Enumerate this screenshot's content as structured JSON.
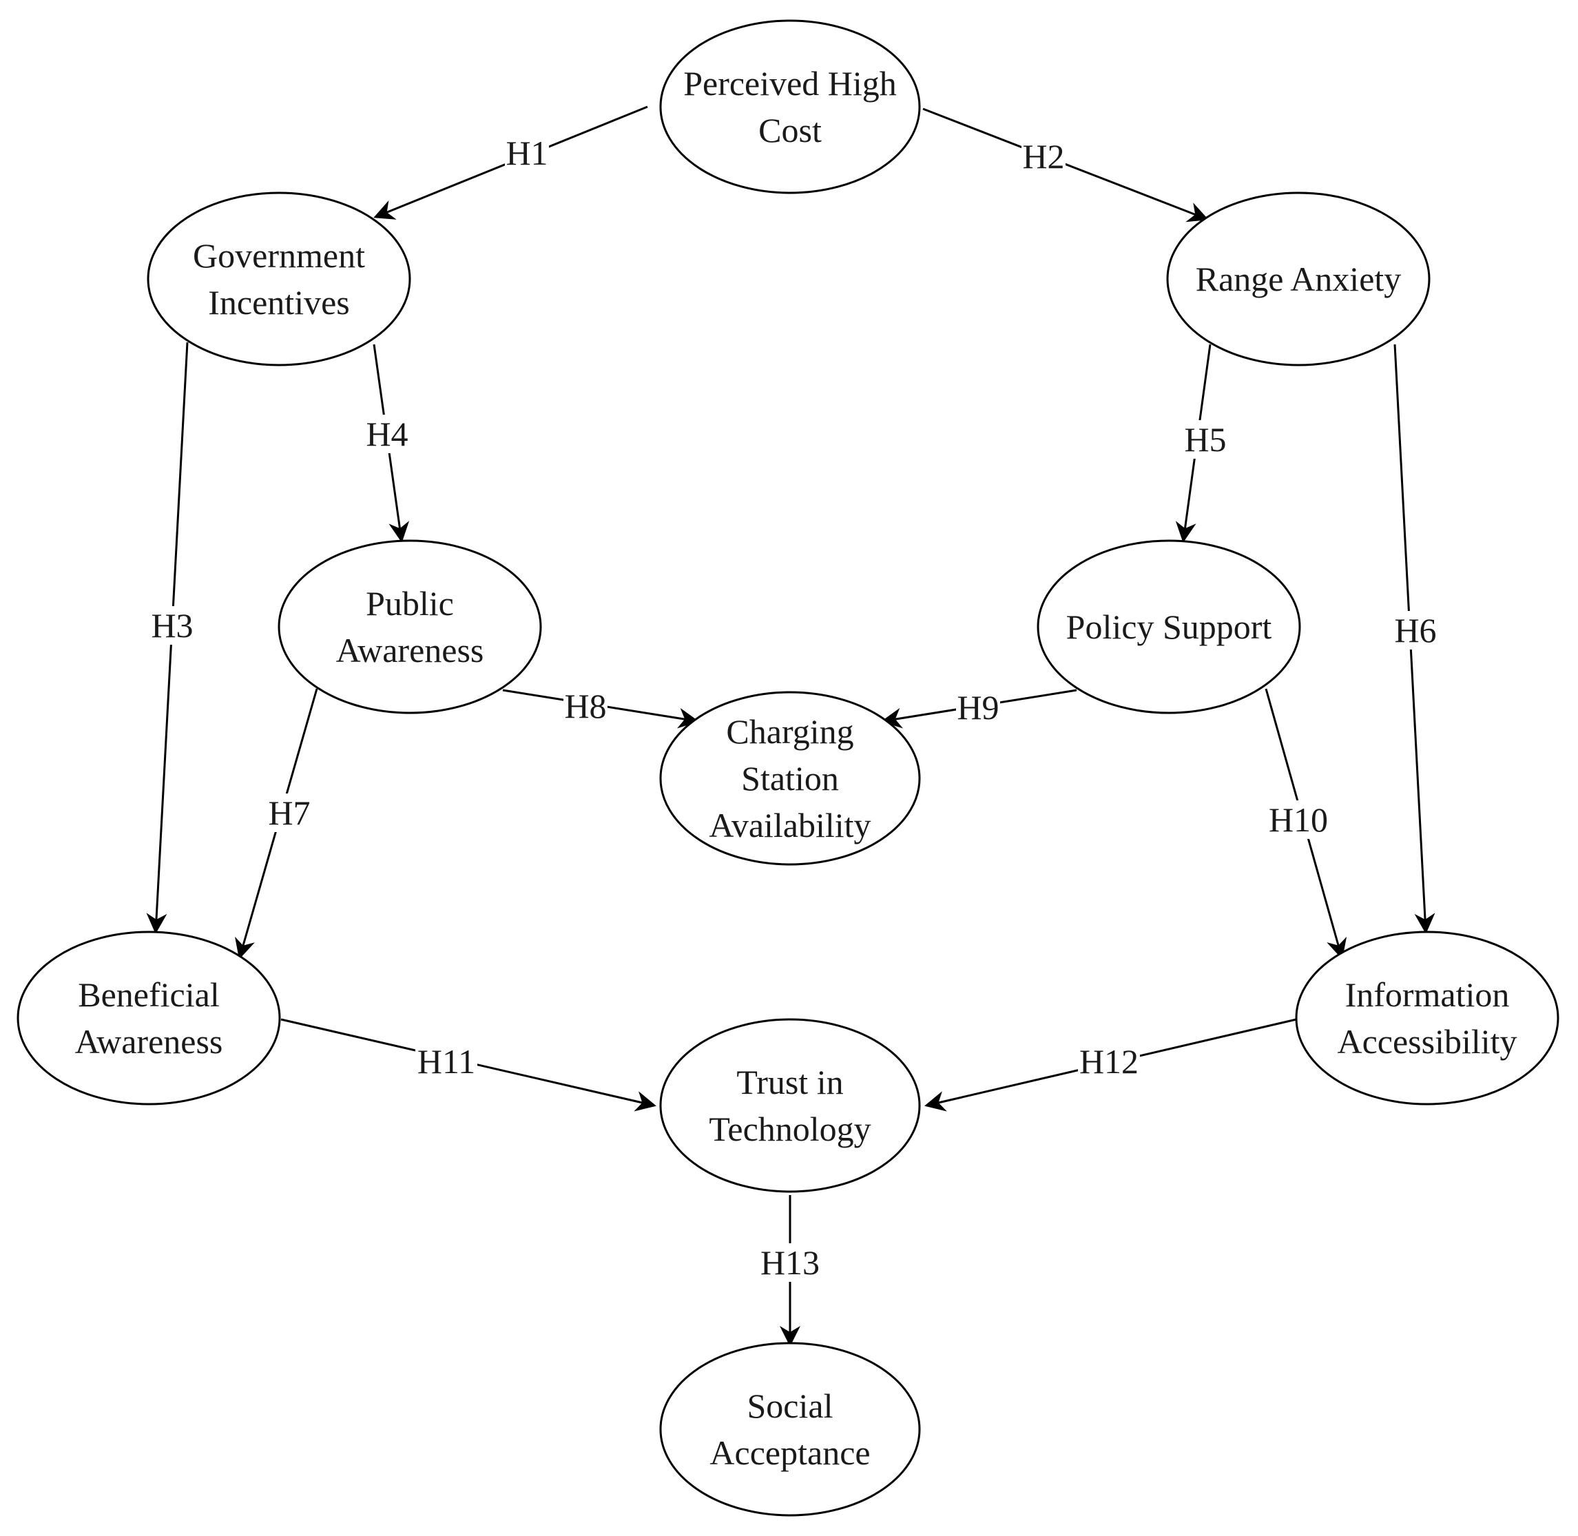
{
  "colors": {
    "stroke": "#000000",
    "text": "#1a1a1a",
    "background": "#ffffff"
  },
  "nodes": {
    "perceived_high_cost": {
      "lines": [
        "Perceived High",
        "Cost"
      ]
    },
    "government_incentives": {
      "lines": [
        "Government",
        "Incentives"
      ]
    },
    "range_anxiety": {
      "lines": [
        "Range Anxiety"
      ]
    },
    "public_awareness": {
      "lines": [
        "Public",
        "Awareness"
      ]
    },
    "policy_support": {
      "lines": [
        "Policy Support"
      ]
    },
    "charging_station_availability": {
      "lines": [
        "Charging",
        "Station",
        "Availability"
      ]
    },
    "beneficial_awareness": {
      "lines": [
        "Beneficial",
        "Awareness"
      ]
    },
    "information_accessibility": {
      "lines": [
        "Information",
        "Accessibility"
      ]
    },
    "trust_in_technology": {
      "lines": [
        "Trust in",
        "Technology"
      ]
    },
    "social_acceptance": {
      "lines": [
        "Social",
        "Acceptance"
      ]
    }
  },
  "edges": [
    {
      "label": "H1",
      "from": "perceived_high_cost",
      "to": "government_incentives"
    },
    {
      "label": "H2",
      "from": "perceived_high_cost",
      "to": "range_anxiety"
    },
    {
      "label": "H3",
      "from": "government_incentives",
      "to": "beneficial_awareness"
    },
    {
      "label": "H4",
      "from": "government_incentives",
      "to": "public_awareness"
    },
    {
      "label": "H5",
      "from": "range_anxiety",
      "to": "policy_support"
    },
    {
      "label": "H6",
      "from": "range_anxiety",
      "to": "information_accessibility"
    },
    {
      "label": "H7",
      "from": "public_awareness",
      "to": "beneficial_awareness"
    },
    {
      "label": "H8",
      "from": "public_awareness",
      "to": "charging_station_availability"
    },
    {
      "label": "H9",
      "from": "policy_support",
      "to": "charging_station_availability"
    },
    {
      "label": "H10",
      "from": "policy_support",
      "to": "information_accessibility"
    },
    {
      "label": "H11",
      "from": "beneficial_awareness",
      "to": "trust_in_technology"
    },
    {
      "label": "H12",
      "from": "information_accessibility",
      "to": "trust_in_technology"
    },
    {
      "label": "H13",
      "from": "trust_in_technology",
      "to": "social_acceptance"
    }
  ]
}
